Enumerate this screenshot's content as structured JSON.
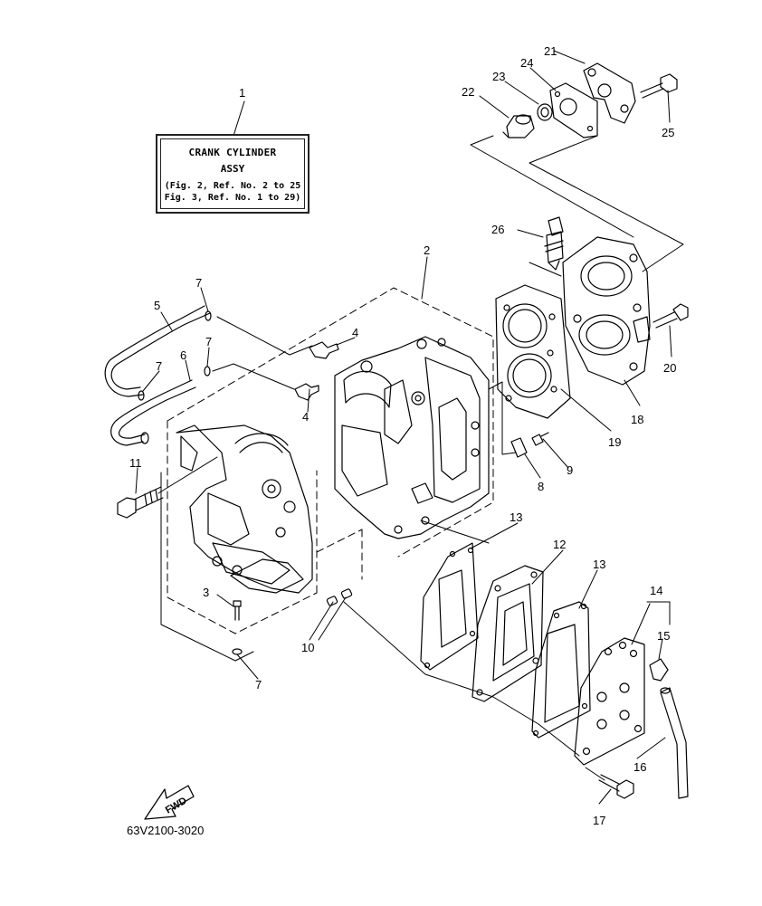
{
  "info_box": {
    "title": "CRANK CYLINDER",
    "subtitle": "ASSY",
    "ref_line_1": "(Fig. 2, Ref. No. 2 to 25",
    "ref_line_2": "Fig. 3, Ref. No. 1 to 29)"
  },
  "callouts": {
    "c1": "1",
    "c2": "2",
    "c3": "3",
    "c4a": "4",
    "c4b": "4",
    "c5": "5",
    "c6": "6",
    "c7a": "7",
    "c7b": "7",
    "c7c": "7",
    "c7d": "7",
    "c8": "8",
    "c9": "9",
    "c10": "10",
    "c11": "11",
    "c12": "12",
    "c13a": "13",
    "c13b": "13",
    "c14": "14",
    "c15": "15",
    "c16": "16",
    "c17": "17",
    "c18": "18",
    "c19": "19",
    "c20": "20",
    "c21": "21",
    "c22": "22",
    "c23": "23",
    "c24": "24",
    "c25": "25",
    "c26": "26"
  },
  "fwd_arrow": {
    "label": "FWD"
  },
  "drawing_code": "63V2100-3020"
}
